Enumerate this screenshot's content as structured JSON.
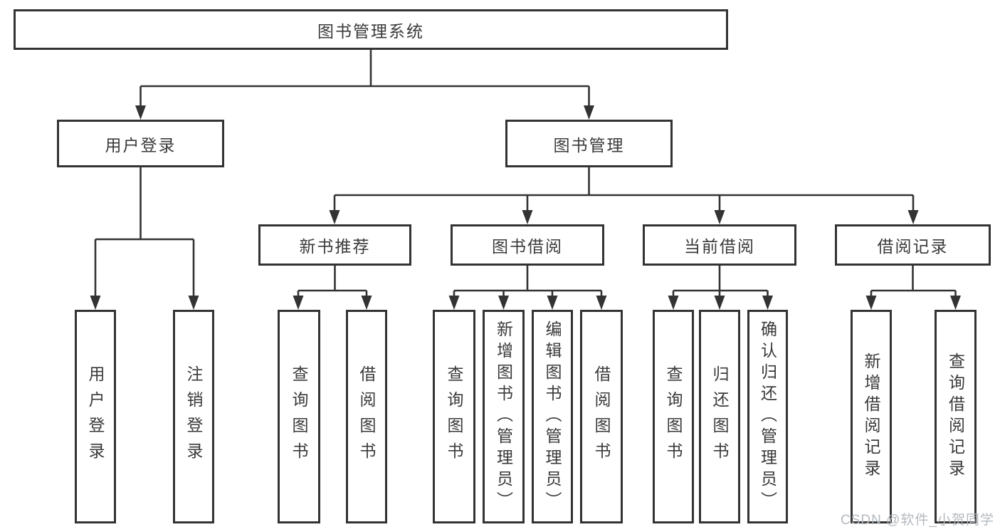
{
  "diagram": {
    "type": "tree",
    "root": {
      "label": "图书管理系统",
      "children": [
        {
          "label": "用户登录",
          "children": [
            {
              "label": "用户登录"
            },
            {
              "label": "注销登录"
            }
          ]
        },
        {
          "label": "图书管理",
          "children": [
            {
              "label": "新书推荐",
              "children": [
                {
                  "label": "查询图书"
                },
                {
                  "label": "借阅图书"
                }
              ]
            },
            {
              "label": "图书借阅",
              "children": [
                {
                  "label": "查询图书"
                },
                {
                  "label": "新增图书（管理员）"
                },
                {
                  "label": "编辑图书（管理员）"
                },
                {
                  "label": "借阅图书"
                }
              ]
            },
            {
              "label": "当前借阅",
              "children": [
                {
                  "label": "查询图书"
                },
                {
                  "label": "归还图书"
                },
                {
                  "label": "确认归还（管理员）"
                }
              ]
            },
            {
              "label": "借阅记录",
              "children": [
                {
                  "label": "新增借阅记录"
                },
                {
                  "label": "查询借阅记录"
                }
              ]
            }
          ]
        }
      ]
    }
  },
  "watermark": {
    "text": "CSDN @软件_小贺同学"
  },
  "colors": {
    "line": "#333333",
    "box_border": "#333333",
    "box_background": "#ffffff",
    "text": "#3a3a3a",
    "watermark": "#b4b9bf",
    "page_background": "#ffffff"
  }
}
